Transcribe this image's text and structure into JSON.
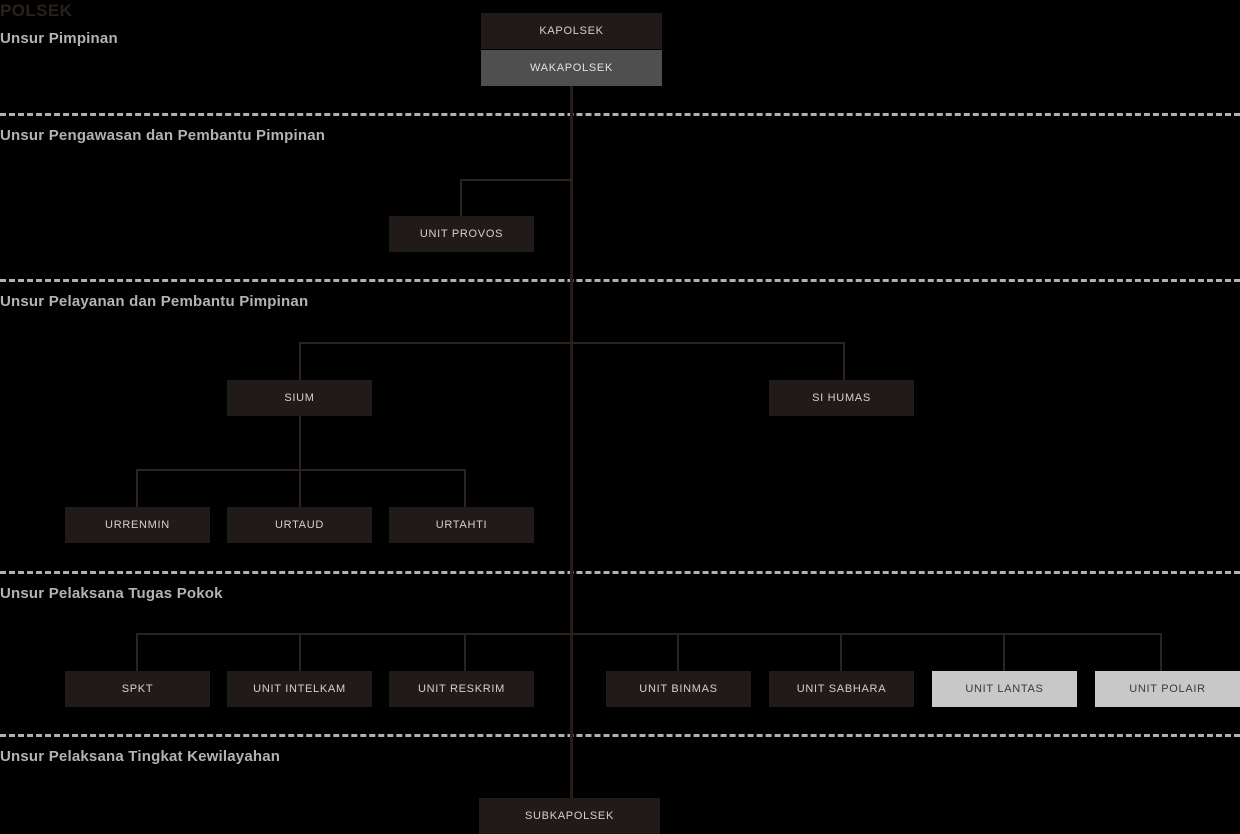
{
  "meta": {
    "title": "POLSEK",
    "chart_type": "organization-chart"
  },
  "colors": {
    "background": "#000000",
    "node_dark": "#201b19",
    "node_mid": "#4f4f4f",
    "node_light": "#c8c8c8",
    "band_label": "#b3b3b3",
    "title": "#2a211d",
    "connector": "#2b2320",
    "divider": "#b0b0b0"
  },
  "bands": [
    {
      "id": "pimpinan",
      "label": "Unsur Pimpinan"
    },
    {
      "id": "pengawasan",
      "label": "Unsur Pengawasan dan Pembantu Pimpinan"
    },
    {
      "id": "pelayanan",
      "label": "Unsur Pelayanan dan Pembantu Pimpinan"
    },
    {
      "id": "pelaksana",
      "label": "Unsur Pelaksana Tugas Pokok"
    },
    {
      "id": "kewilayahan",
      "label": "Unsur Pelaksana Tingkat Kewilayahan"
    }
  ],
  "nodes": {
    "kapolsek": "KAPOLSEK",
    "wakapolsek": "WAKAPOLSEK",
    "unit_provos": "UNIT PROVOS",
    "sium": "SIUM",
    "si_humas": "SI HUMAS",
    "urrenmin": "URRENMIN",
    "urtaud": "URTAUD",
    "urtahti": "URTAHTI",
    "spkt": "SPKT",
    "unit_intelkam": "UNIT INTELKAM",
    "unit_reskrim": "UNIT RESKRIM",
    "unit_binmas": "UNIT BINMAS",
    "unit_sabhara": "UNIT SABHARA",
    "unit_lantas": "UNIT LANTAS",
    "unit_polair": "UNIT POLAIR",
    "subkapolsek": "SUBKAPOLSEK"
  },
  "chart_data": {
    "type": "diagram",
    "title": "POLSEK",
    "levels": [
      {
        "band": "Unsur Pimpinan",
        "nodes": [
          {
            "label": "KAPOLSEK",
            "style": "dark"
          },
          {
            "label": "WAKAPOLSEK",
            "style": "mid"
          }
        ]
      },
      {
        "band": "Unsur Pengawasan dan Pembantu Pimpinan",
        "nodes": [
          {
            "label": "UNIT PROVOS",
            "style": "dark"
          }
        ]
      },
      {
        "band": "Unsur Pelayanan dan Pembantu Pimpinan",
        "nodes": [
          {
            "label": "SIUM",
            "style": "dark"
          },
          {
            "label": "SI HUMAS",
            "style": "dark"
          },
          {
            "label": "URRENMIN",
            "style": "dark",
            "parent": "SIUM"
          },
          {
            "label": "URTAUD",
            "style": "dark",
            "parent": "SIUM"
          },
          {
            "label": "URTAHTI",
            "style": "dark",
            "parent": "SIUM"
          }
        ]
      },
      {
        "band": "Unsur Pelaksana Tugas Pokok",
        "nodes": [
          {
            "label": "SPKT",
            "style": "dark"
          },
          {
            "label": "UNIT INTELKAM",
            "style": "dark"
          },
          {
            "label": "UNIT RESKRIM",
            "style": "dark"
          },
          {
            "label": "UNIT BINMAS",
            "style": "dark"
          },
          {
            "label": "UNIT SABHARA",
            "style": "dark"
          },
          {
            "label": "UNIT LANTAS",
            "style": "light"
          },
          {
            "label": "UNIT POLAIR",
            "style": "light"
          }
        ]
      },
      {
        "band": "Unsur Pelaksana Tingkat Kewilayahan",
        "nodes": [
          {
            "label": "SUBKAPOLSEK",
            "style": "dark"
          }
        ]
      }
    ]
  }
}
